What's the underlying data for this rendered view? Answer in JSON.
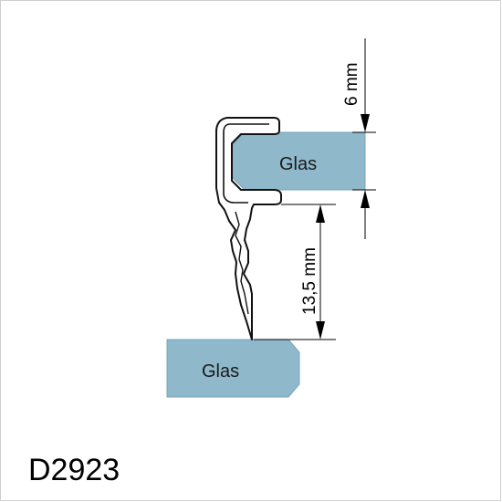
{
  "upper_glass": {
    "label": "Glas",
    "color": "#8fb8cb"
  },
  "lower_glass": {
    "label": "Glas",
    "color": "#8fb8cb"
  },
  "dimensions": {
    "glass_thickness": "6 mm",
    "gap": "13,5 mm"
  },
  "product_code": "D2923"
}
